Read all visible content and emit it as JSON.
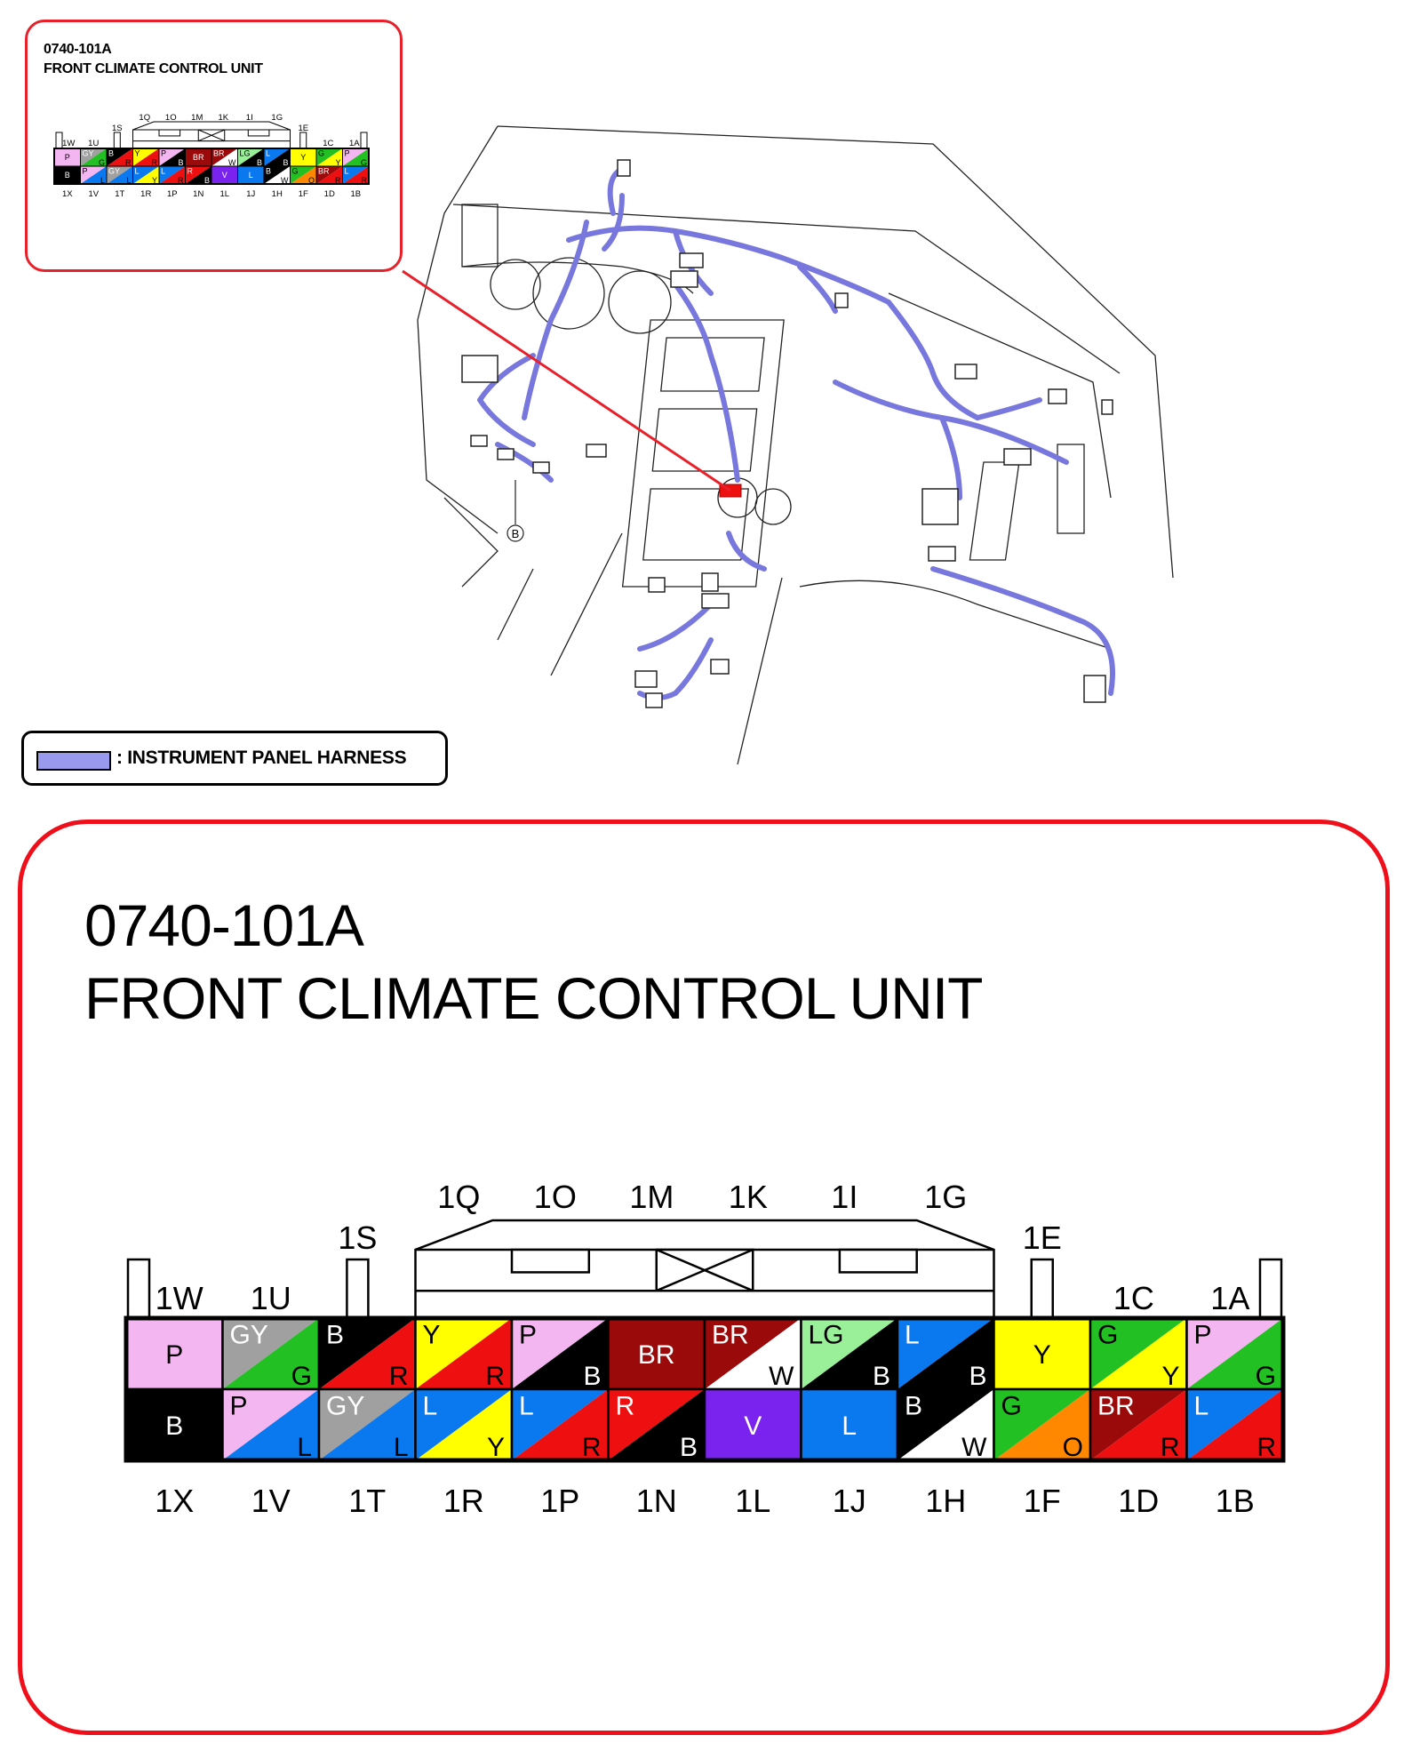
{
  "connector": {
    "code": "0740-101A",
    "name": "FRONT CLIMATE CONTROL UNIT"
  },
  "legend": {
    "label": ": INSTRUMENT PANEL HARNESS",
    "harness_color": "#9999ee"
  },
  "callout_color": "#e8202a",
  "diagram_label": "B",
  "colors": {
    "P": "#f4b6f0",
    "GY": "#a0a0a0",
    "G": "#22c022",
    "B": "#000000",
    "R": "#ee1010",
    "Y": "#ffff00",
    "BR": "#9a0a0a",
    "W": "#ffffff",
    "LG": "#99f099",
    "L": "#0a78ee",
    "V": "#7a22ee",
    "O": "#ff8800"
  },
  "top_labels": [
    "1W",
    "1U",
    "1S",
    "1Q",
    "1O",
    "1M",
    "1K",
    "1I",
    "1G",
    "1E",
    "1C",
    "1A"
  ],
  "bottom_labels": [
    "1X",
    "1V",
    "1T",
    "1R",
    "1P",
    "1N",
    "1L",
    "1J",
    "1H",
    "1F",
    "1D",
    "1B"
  ],
  "top_row": [
    {
      "main": "P",
      "stripe": null
    },
    {
      "main": "GY",
      "stripe": "G"
    },
    {
      "main": "B",
      "stripe": "R"
    },
    {
      "main": "Y",
      "stripe": "R"
    },
    {
      "main": "P",
      "stripe": "B"
    },
    {
      "main": "BR",
      "stripe": null
    },
    {
      "main": "BR",
      "stripe": "W"
    },
    {
      "main": "LG",
      "stripe": "B"
    },
    {
      "main": "L",
      "stripe": "B"
    },
    {
      "main": "Y",
      "stripe": null
    },
    {
      "main": "G",
      "stripe": "Y"
    },
    {
      "main": "P",
      "stripe": "G"
    }
  ],
  "bottom_row": [
    {
      "main": "B",
      "stripe": null
    },
    {
      "main": "P",
      "stripe": "L"
    },
    {
      "main": "GY",
      "stripe": "L"
    },
    {
      "main": "L",
      "stripe": "Y"
    },
    {
      "main": "L",
      "stripe": "R"
    },
    {
      "main": "R",
      "stripe": "B"
    },
    {
      "main": "V",
      "stripe": null
    },
    {
      "main": "L",
      "stripe": null
    },
    {
      "main": "B",
      "stripe": "W"
    },
    {
      "main": "G",
      "stripe": "O"
    },
    {
      "main": "BR",
      "stripe": "R"
    },
    {
      "main": "L",
      "stripe": "R"
    }
  ]
}
